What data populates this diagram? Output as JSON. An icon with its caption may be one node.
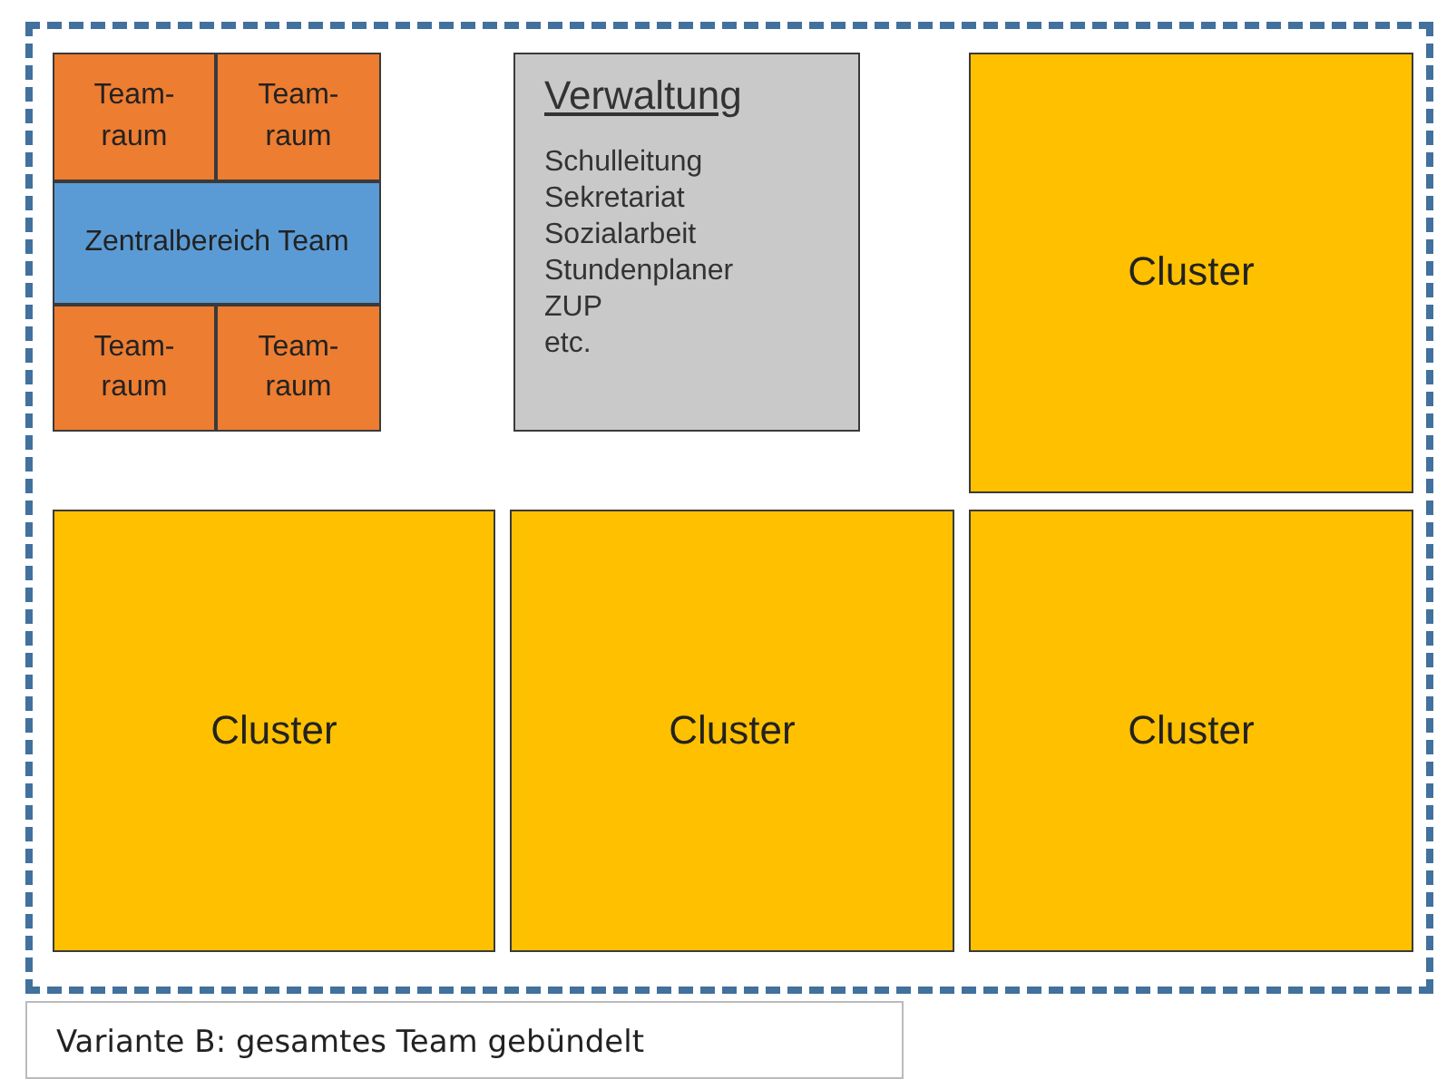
{
  "diagram": {
    "caption": "Variante B: gesamtes Team gebündelt",
    "nodes": [
      {
        "text": [],
        "shape": "box"
      },
      {
        "text": [
          "Team- raum"
        ],
        "in": 0
      },
      {
        "text": [
          "Team- raum"
        ],
        "in": 0
      },
      {
        "text": [
          "Zentralbereich Team"
        ],
        "in": 0
      },
      {
        "text": [
          "Team- raum"
        ],
        "in": 0
      },
      {
        "text": [
          "Team- raum"
        ],
        "in": 0
      },
      {
        "text": [
          "Verwaltung",
          "Schulleitung",
          "Sekretariat",
          "Sozialarbeit",
          "Stundenplaner",
          "ZUP",
          "etc."
        ],
        "in": 0
      },
      {
        "text": [
          "Cluster"
        ],
        "in": 0
      },
      {
        "text": [
          "Cluster"
        ],
        "in": 0
      },
      {
        "text": [
          "Cluster"
        ],
        "in": 0
      },
      {
        "text": [
          "Cluster"
        ],
        "in": 0
      }
    ]
  }
}
